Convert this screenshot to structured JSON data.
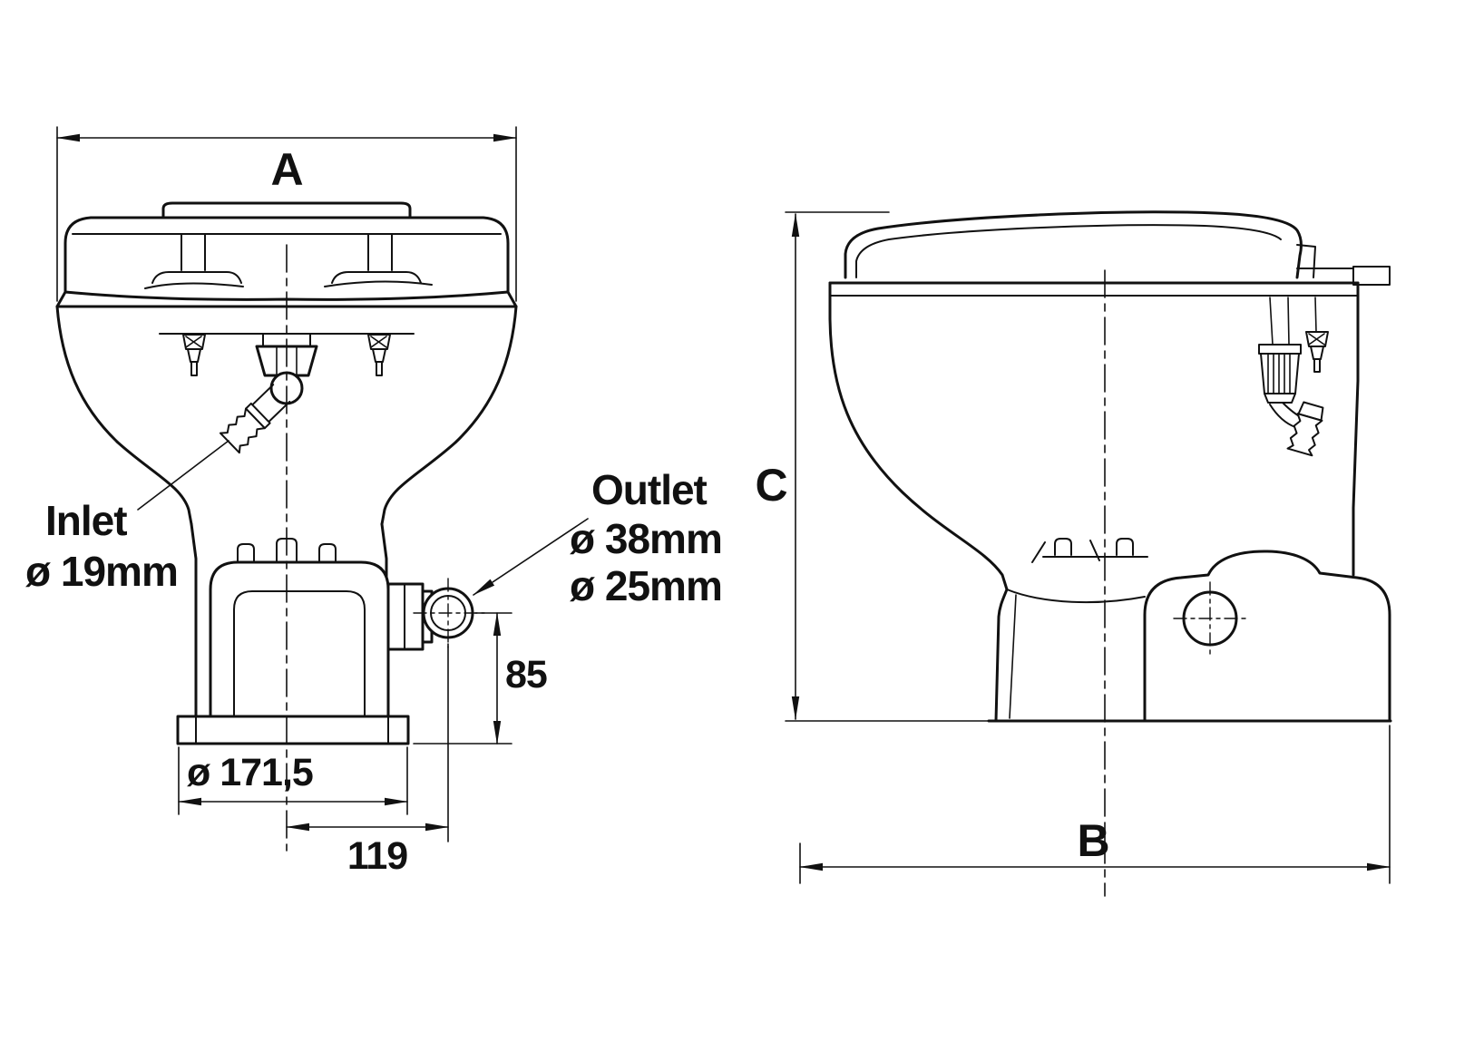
{
  "colors": {
    "line": "#111111",
    "background": "#ffffff"
  },
  "front_view": {
    "width_dim": "A",
    "inlet": {
      "title": "Inlet",
      "size": "ø 19mm"
    },
    "outlet": {
      "title": "Outlet",
      "size_large": "ø 38mm",
      "size_small": "ø 25mm"
    },
    "outlet_height_dim": "85",
    "base_diameter_dim": "ø 171,5",
    "outlet_offset_dim": "119"
  },
  "side_view": {
    "height_dim": "C",
    "depth_dim": "B"
  }
}
